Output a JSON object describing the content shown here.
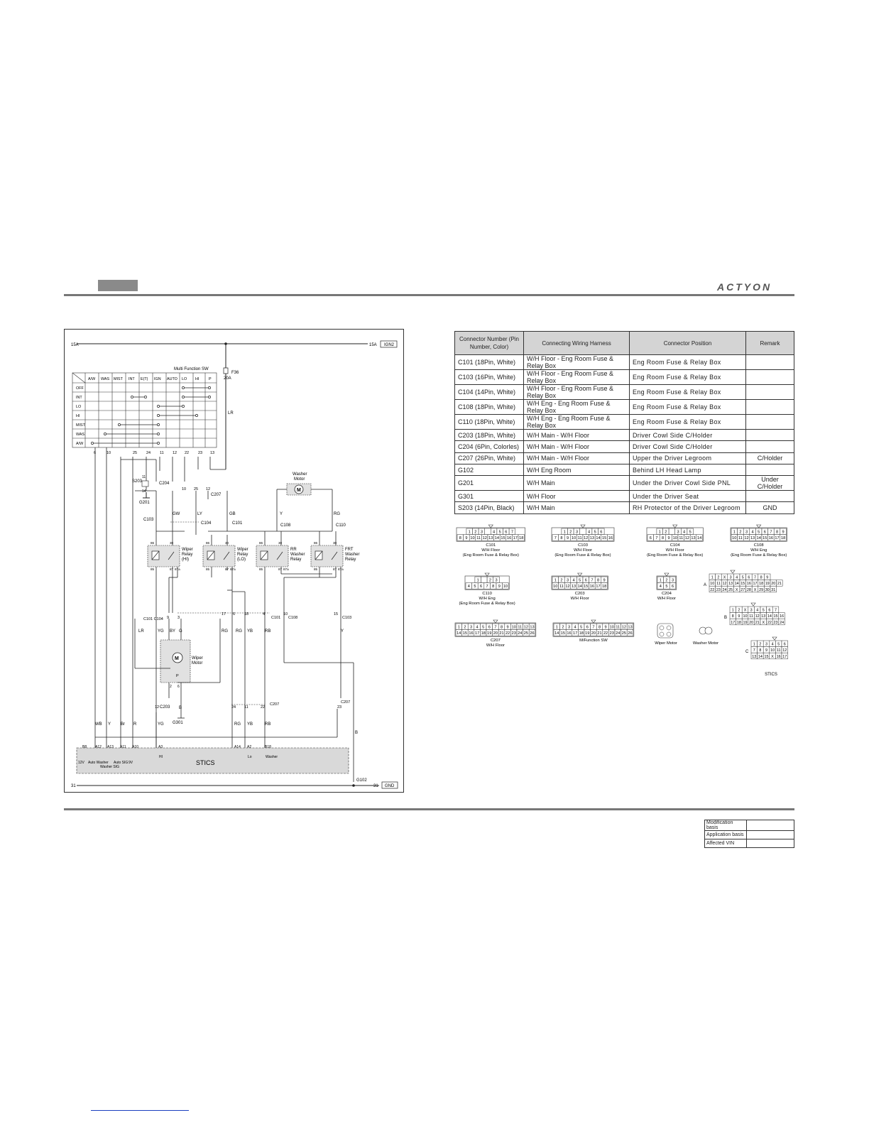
{
  "header": {
    "brand": "ACTYON"
  },
  "diagram": {
    "rails": {
      "top_left": "15A",
      "top_right": "15A",
      "ign": "IGN2",
      "bottom_left": "31",
      "bottom_right": "31",
      "gnd": "GND",
      "g102": "G102"
    },
    "fuse": {
      "name": "F36",
      "rating": "20A",
      "wire": "LR"
    },
    "switch": {
      "title": "Multi Function SW",
      "columns": [
        "A/W",
        "WAS",
        "MIST",
        "INT",
        "E(T)",
        "IGN",
        "AUTO",
        "LO",
        "HI",
        "P"
      ],
      "rows": [
        "OFF",
        "INT",
        "LO",
        "HI",
        "MIST",
        "WAS",
        "A/W"
      ],
      "pins": [
        "6",
        "10",
        "25",
        "24",
        "11",
        "12",
        "22",
        "23",
        "13"
      ]
    },
    "labels": {
      "washer_motor": [
        "Washer",
        "Motor"
      ],
      "wiper_motor": [
        "Wiper",
        "Motor"
      ],
      "relay_hi": [
        "Wiper",
        "Relay",
        "(HI)"
      ],
      "relay_lo": [
        "Wiper",
        "Relay",
        "(LO)"
      ],
      "relay_rr": [
        "RR",
        "Washer",
        "Relay"
      ],
      "relay_frt": [
        "FRT",
        "Washer",
        "Relay"
      ],
      "stics": "STICS",
      "s203": "S203",
      "g201": "G201",
      "g301": "G301",
      "c204": "C204",
      "c207": "C207",
      "c103": "C103",
      "c104": "C104",
      "c101": "C101",
      "c108": "C108",
      "c110": "C110",
      "c203": "C203"
    },
    "wires": [
      "GW",
      "LY",
      "GB",
      "Y",
      "RG",
      "LR",
      "YG",
      "BY",
      "G",
      "RG",
      "RG",
      "YB",
      "RB",
      "Y",
      "WB",
      "Y",
      "Br",
      "R",
      "YG",
      "B",
      "RG",
      "YB",
      "RB",
      "B"
    ],
    "stics_pins": [
      {
        "pin": "B8",
        "label": "12V"
      },
      {
        "pin": "A12",
        "label": "Auto Washer"
      },
      {
        "pin": "A13",
        "label": "Washer SIG"
      },
      {
        "pin": "A11",
        "label": "Auto SIG"
      },
      {
        "pin": "A10",
        "label": "9V"
      },
      {
        "pin": "A3",
        "label": "HI"
      },
      {
        "pin": "A14",
        "label": ""
      },
      {
        "pin": "A2",
        "label": "Lo"
      },
      {
        "pin": "B18",
        "label": "Washer"
      }
    ]
  },
  "connector_table": {
    "headers": [
      "Connector Number (Pin Number, Color)",
      "Connecting Wiring Harness",
      "Connector Position",
      "Remark"
    ],
    "rows": [
      [
        "C101 (18Pin, White)",
        "W/H Floor - Eng Room Fuse & Relay Box",
        "Eng Room Fuse & Relay Box",
        ""
      ],
      [
        "C103 (16Pin, White)",
        "W/H Floor - Eng Room Fuse & Relay Box",
        "Eng Room Fuse & Relay Box",
        ""
      ],
      [
        "C104 (14Pin, White)",
        "W/H Floor - Eng Room Fuse & Relay Box",
        "Eng Room Fuse & Relay Box",
        ""
      ],
      [
        "C108 (18Pin, White)",
        "W/H Eng - Eng Room Fuse & Relay Box",
        "Eng Room Fuse & Relay Box",
        ""
      ],
      [
        "C110 (18Pin, White)",
        "W/H Eng - Eng Room Fuse & Relay Box",
        "Eng Room Fuse & Relay Box",
        ""
      ],
      [
        "C203 (18Pin, White)",
        "W/H Main - W/H Floor",
        "Driver Cowl Side C/Holder",
        ""
      ],
      [
        "C204 (6Pin, Colorles)",
        "W/H Main - W/H Floor",
        "Driver Cowl Side C/Holder",
        ""
      ],
      [
        "C207 (26Pin, White)",
        "W/H Main - W/H Floor",
        "Upper the Driver Legroom",
        "C/Holder"
      ],
      [
        "G102",
        "W/H Eng Room",
        "Behind LH Head Lamp",
        ""
      ],
      [
        "G201",
        "W/H Main",
        "Under the Driver Cowl Side PNL",
        "Under C/Holder"
      ],
      [
        "G301",
        "W/H Floor",
        "Under the Driver Seat",
        ""
      ],
      [
        "S203 (14Pin, Black)",
        "W/H Main",
        "RH Protector of the Driver Legroom",
        "GND"
      ]
    ]
  },
  "connectors": [
    {
      "name": "C101",
      "lines": [
        "C101",
        "W/H Floor",
        "(Eng Room Fuse & Relay Box)"
      ],
      "top": [
        "1",
        "2",
        "3",
        "",
        "4",
        "5",
        "6",
        "7"
      ],
      "bottom": [
        "8",
        "9",
        "10",
        "11",
        "12",
        "13",
        "14",
        "15",
        "16",
        "17",
        "18"
      ]
    },
    {
      "name": "C103",
      "lines": [
        "C103",
        "W/H Floor",
        "(Eng Room Fuse & Relay Box)"
      ],
      "top": [
        "1",
        "2",
        "3",
        "",
        "4",
        "5",
        "6"
      ],
      "bottom": [
        "7",
        "8",
        "9",
        "10",
        "11",
        "12",
        "13",
        "14",
        "15",
        "16"
      ]
    },
    {
      "name": "C104",
      "lines": [
        "C104",
        "W/H Floor",
        "(Eng Room Fuse & Relay Box)"
      ],
      "top": [
        "1",
        "2",
        "",
        "3",
        "4",
        "5"
      ],
      "bottom": [
        "6",
        "7",
        "8",
        "9",
        "10",
        "11",
        "12",
        "13",
        "14"
      ]
    },
    {
      "name": "C108",
      "lines": [
        "C108",
        "W/H Eng",
        "(Eng Room Fuse & Relay Box)"
      ],
      "top": [
        "1",
        "2",
        "3",
        "4",
        "5",
        "6",
        "7",
        "8",
        "9"
      ],
      "bottom": [
        "10",
        "11",
        "12",
        "13",
        "14",
        "15",
        "16",
        "17",
        "18"
      ]
    },
    {
      "name": "C110",
      "lines": [
        "C110",
        "W/H Eng",
        "(Eng Room Fuse & Relay Box)"
      ],
      "top": [
        "1",
        "",
        "2",
        "3"
      ],
      "bottom": [
        "4",
        "5",
        "6",
        "7",
        "8",
        "9",
        "10"
      ]
    },
    {
      "name": "C203",
      "lines": [
        "C203",
        "W/H Floor"
      ],
      "top": [
        "1",
        "2",
        "3",
        "4",
        "5",
        "6",
        "7",
        "8",
        "9"
      ],
      "bottom": [
        "10",
        "11",
        "12",
        "13",
        "14",
        "15",
        "16",
        "17",
        "18"
      ]
    },
    {
      "name": "C204",
      "lines": [
        "C204",
        "W/H Floor"
      ],
      "top": [
        "1",
        "2",
        "3"
      ],
      "bottom": [
        "4",
        "5",
        "6"
      ]
    },
    {
      "name": "C207",
      "lines": [
        "C207",
        "W/H Floor"
      ],
      "top": [
        "1",
        "2",
        "3",
        "4",
        "5",
        "6",
        "7",
        "8",
        "9",
        "10",
        "11",
        "12",
        "13"
      ],
      "bottom": [
        "14",
        "15",
        "16",
        "17",
        "18",
        "19",
        "20",
        "21",
        "22",
        "23",
        "24",
        "25",
        "26"
      ]
    },
    {
      "name": "MFS",
      "lines": [
        "M/Function SW"
      ],
      "top": [
        "1",
        "2",
        "3",
        "4",
        "5",
        "6",
        "7",
        "8",
        "9",
        "10",
        "11",
        "12",
        "13"
      ],
      "bottom": [
        "14",
        "15",
        "16",
        "17",
        "18",
        "19",
        "20",
        "21",
        "22",
        "23",
        "24",
        "25",
        "26"
      ]
    },
    {
      "name": "Wiper Motor",
      "lines": [
        "Wiper Motor"
      ]
    },
    {
      "name": "Washer Motor",
      "lines": [
        "Washer Motor"
      ]
    },
    {
      "name": "STICS",
      "lines": [
        "STICS"
      ],
      "blocks": [
        {
          "tag": "A",
          "rows": [
            [
              "1",
              "2",
              "X",
              "3",
              "4",
              "5",
              "6",
              "7",
              "8",
              "9"
            ],
            [
              "10",
              "11",
              "12",
              "13",
              "14",
              "15",
              "16",
              "17",
              "18",
              "19",
              "20",
              "21"
            ],
            [
              "22",
              "23",
              "24",
              "25",
              "X",
              "27",
              "28",
              "X",
              "29",
              "30",
              "31"
            ]
          ]
        },
        {
          "tag": "B",
          "rows": [
            [
              "1",
              "2",
              "X",
              "3",
              "4",
              "5",
              "6",
              "7"
            ],
            [
              "8",
              "9",
              "10",
              "11",
              "12",
              "13",
              "14",
              "15",
              "16"
            ],
            [
              "17",
              "18",
              "19",
              "20",
              "21",
              "X",
              "22",
              "23",
              "24"
            ]
          ]
        },
        {
          "tag": "C",
          "rows": [
            [
              "1",
              "2",
              "3",
              "4",
              "5",
              "6"
            ],
            [
              "7",
              "8",
              "9",
              "10",
              "11",
              "12"
            ],
            [
              "13",
              "14",
              "15",
              "X",
              "16",
              "17"
            ]
          ]
        }
      ]
    }
  ],
  "modification": [
    {
      "label": "Modification basis",
      "value": ""
    },
    {
      "label": "Application basis",
      "value": ""
    },
    {
      "label": "Affected VIN",
      "value": ""
    }
  ]
}
